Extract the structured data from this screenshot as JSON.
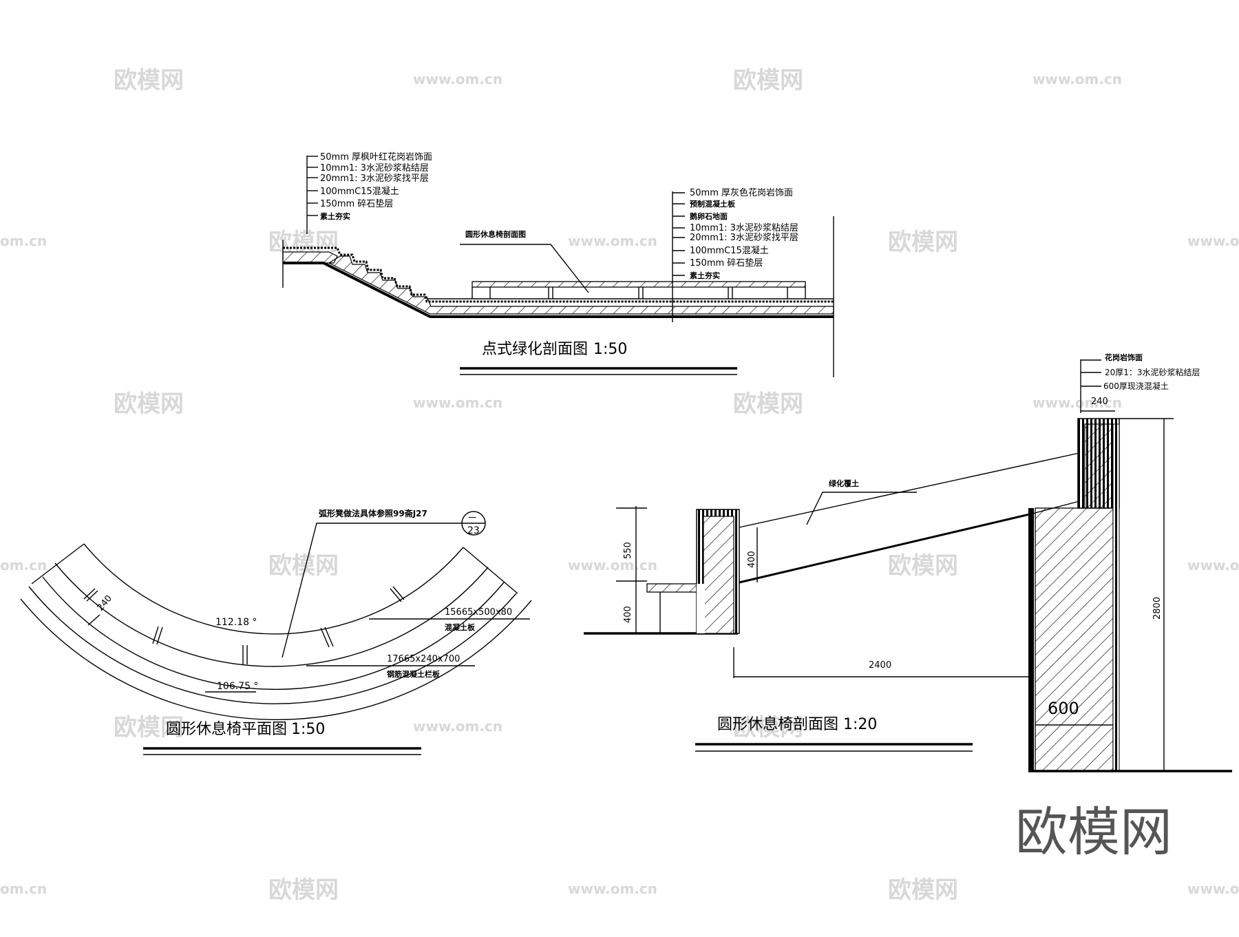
{
  "watermarks": {
    "logo_text": "欧模网",
    "url_text": "www.om.cn",
    "partial_url_text": "om.cn",
    "brand_large": "欧模网"
  },
  "drawing_1": {
    "title": "点式绿化剖面图",
    "scale": "1:50",
    "left_layers": [
      "50mm 厚枫叶红花岗岩饰面",
      "10mm1: 3水泥砂浆粘结层",
      "20mm1: 3水泥砂浆找平层",
      "100mmC15混凝土",
      "150mm 碎石垫层",
      "素土夯实"
    ],
    "right_layers": [
      "50mm 厚灰色花岗岩饰面",
      "预制混凝土板",
      "鹅卵石地面",
      "10mm1: 3水泥砂浆粘结层",
      "20mm1: 3水泥砂浆找平层",
      "100mmC15混凝土",
      "150mm 碎石垫层",
      "素土夯实"
    ],
    "callout": "圆形休息椅剖面图"
  },
  "drawing_2": {
    "title": "圆形休息椅平面图",
    "scale": "1:50",
    "reference_note": "弧形凳做法具体参照99斋J27",
    "detail_symbol_top": "一",
    "detail_symbol_bottom": "23",
    "angle_inner": "112.18 °",
    "angle_outer": "106.75 °",
    "dim_width": "240",
    "slab_size": "15665x500x80",
    "slab_label": "混凝土板",
    "rail_size": "17665x240x700",
    "rail_label": "钢筋混凝土栏板"
  },
  "drawing_3": {
    "title": "圆形休息椅剖面图",
    "scale": "1:20",
    "layers": [
      "花岗岩饰面",
      "20厚1：3水泥砂浆粘结层",
      "600厚现浇混凝土"
    ],
    "soil_label": "绿化覆土",
    "dim_top_width": "240",
    "dim_back_height": "550",
    "dim_seat_height": "400",
    "dim_soil_depth": "400",
    "dim_span": "2400",
    "dim_total_height": "2800",
    "dim_wall_thickness": "600"
  }
}
